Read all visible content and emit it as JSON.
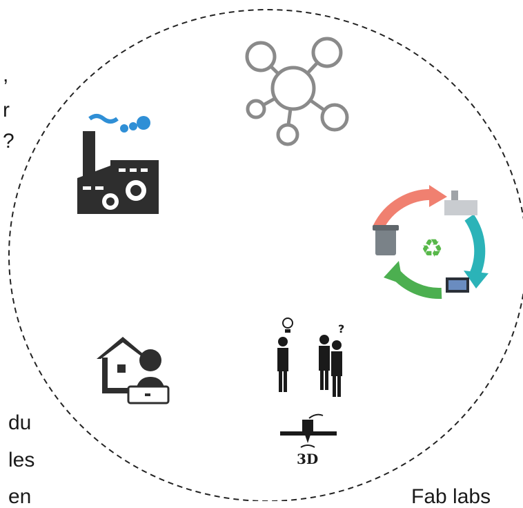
{
  "left_text_fragments": {
    "comma": ",",
    "r": "r",
    "question_mark": "?",
    "du": "du",
    "les": "les",
    "en": "en"
  },
  "bottom_right_text": "Fab labs",
  "icons": {
    "network": "network-nodes-icon",
    "factory": "factory-gears-icon",
    "recycling": "recycling-cycle-icon",
    "remote_work": "home-office-laptop-icon",
    "collaboration": "people-ideas-icon",
    "printer": "3d-printer-icon",
    "printer_label": "3D"
  },
  "colors": {
    "circle_stroke": "#222222",
    "network": "#8a8a8a",
    "factory": "#2e2e2e",
    "factory_smoke": "#2f8fd6",
    "arrow_red": "#f08070",
    "arrow_teal": "#2bb3b8",
    "arrow_green": "#4caf50",
    "recycle_symbol": "#58b84a"
  }
}
